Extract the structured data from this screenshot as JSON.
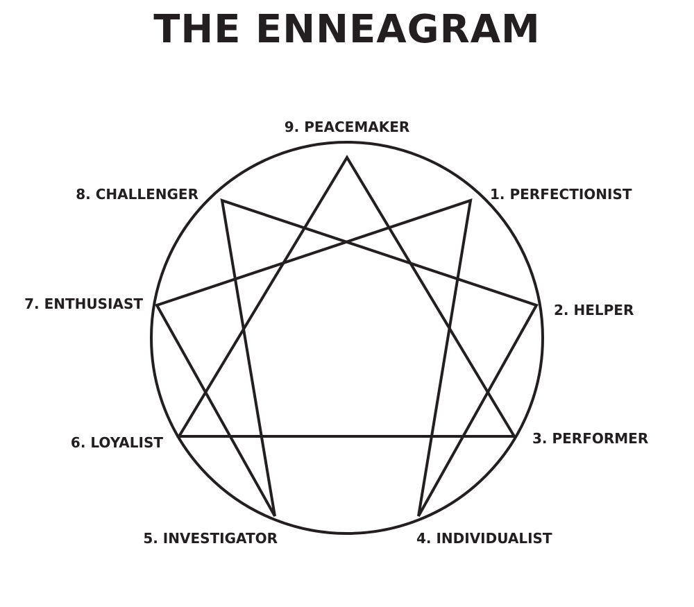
{
  "title": "THE ENNEAGRAM",
  "ink_color": "#231f20",
  "types": [
    {
      "number": 9,
      "label": "9. PEACEMAKER"
    },
    {
      "number": 1,
      "label": "1. PERFECTIONIST"
    },
    {
      "number": 2,
      "label": "2. HELPER"
    },
    {
      "number": 3,
      "label": "3. PERFORMER"
    },
    {
      "number": 4,
      "label": "4. INDIVIDUALIST"
    },
    {
      "number": 5,
      "label": "5. INVESTIGATOR"
    },
    {
      "number": 6,
      "label": "6. LOYALIST"
    },
    {
      "number": 7,
      "label": "7. ENTHUSIAST"
    },
    {
      "number": 8,
      "label": "8. CHALLENGER"
    }
  ],
  "connections": {
    "triangle": [
      9,
      3,
      6
    ],
    "hexad": [
      1,
      4,
      2,
      8,
      5,
      7
    ]
  }
}
